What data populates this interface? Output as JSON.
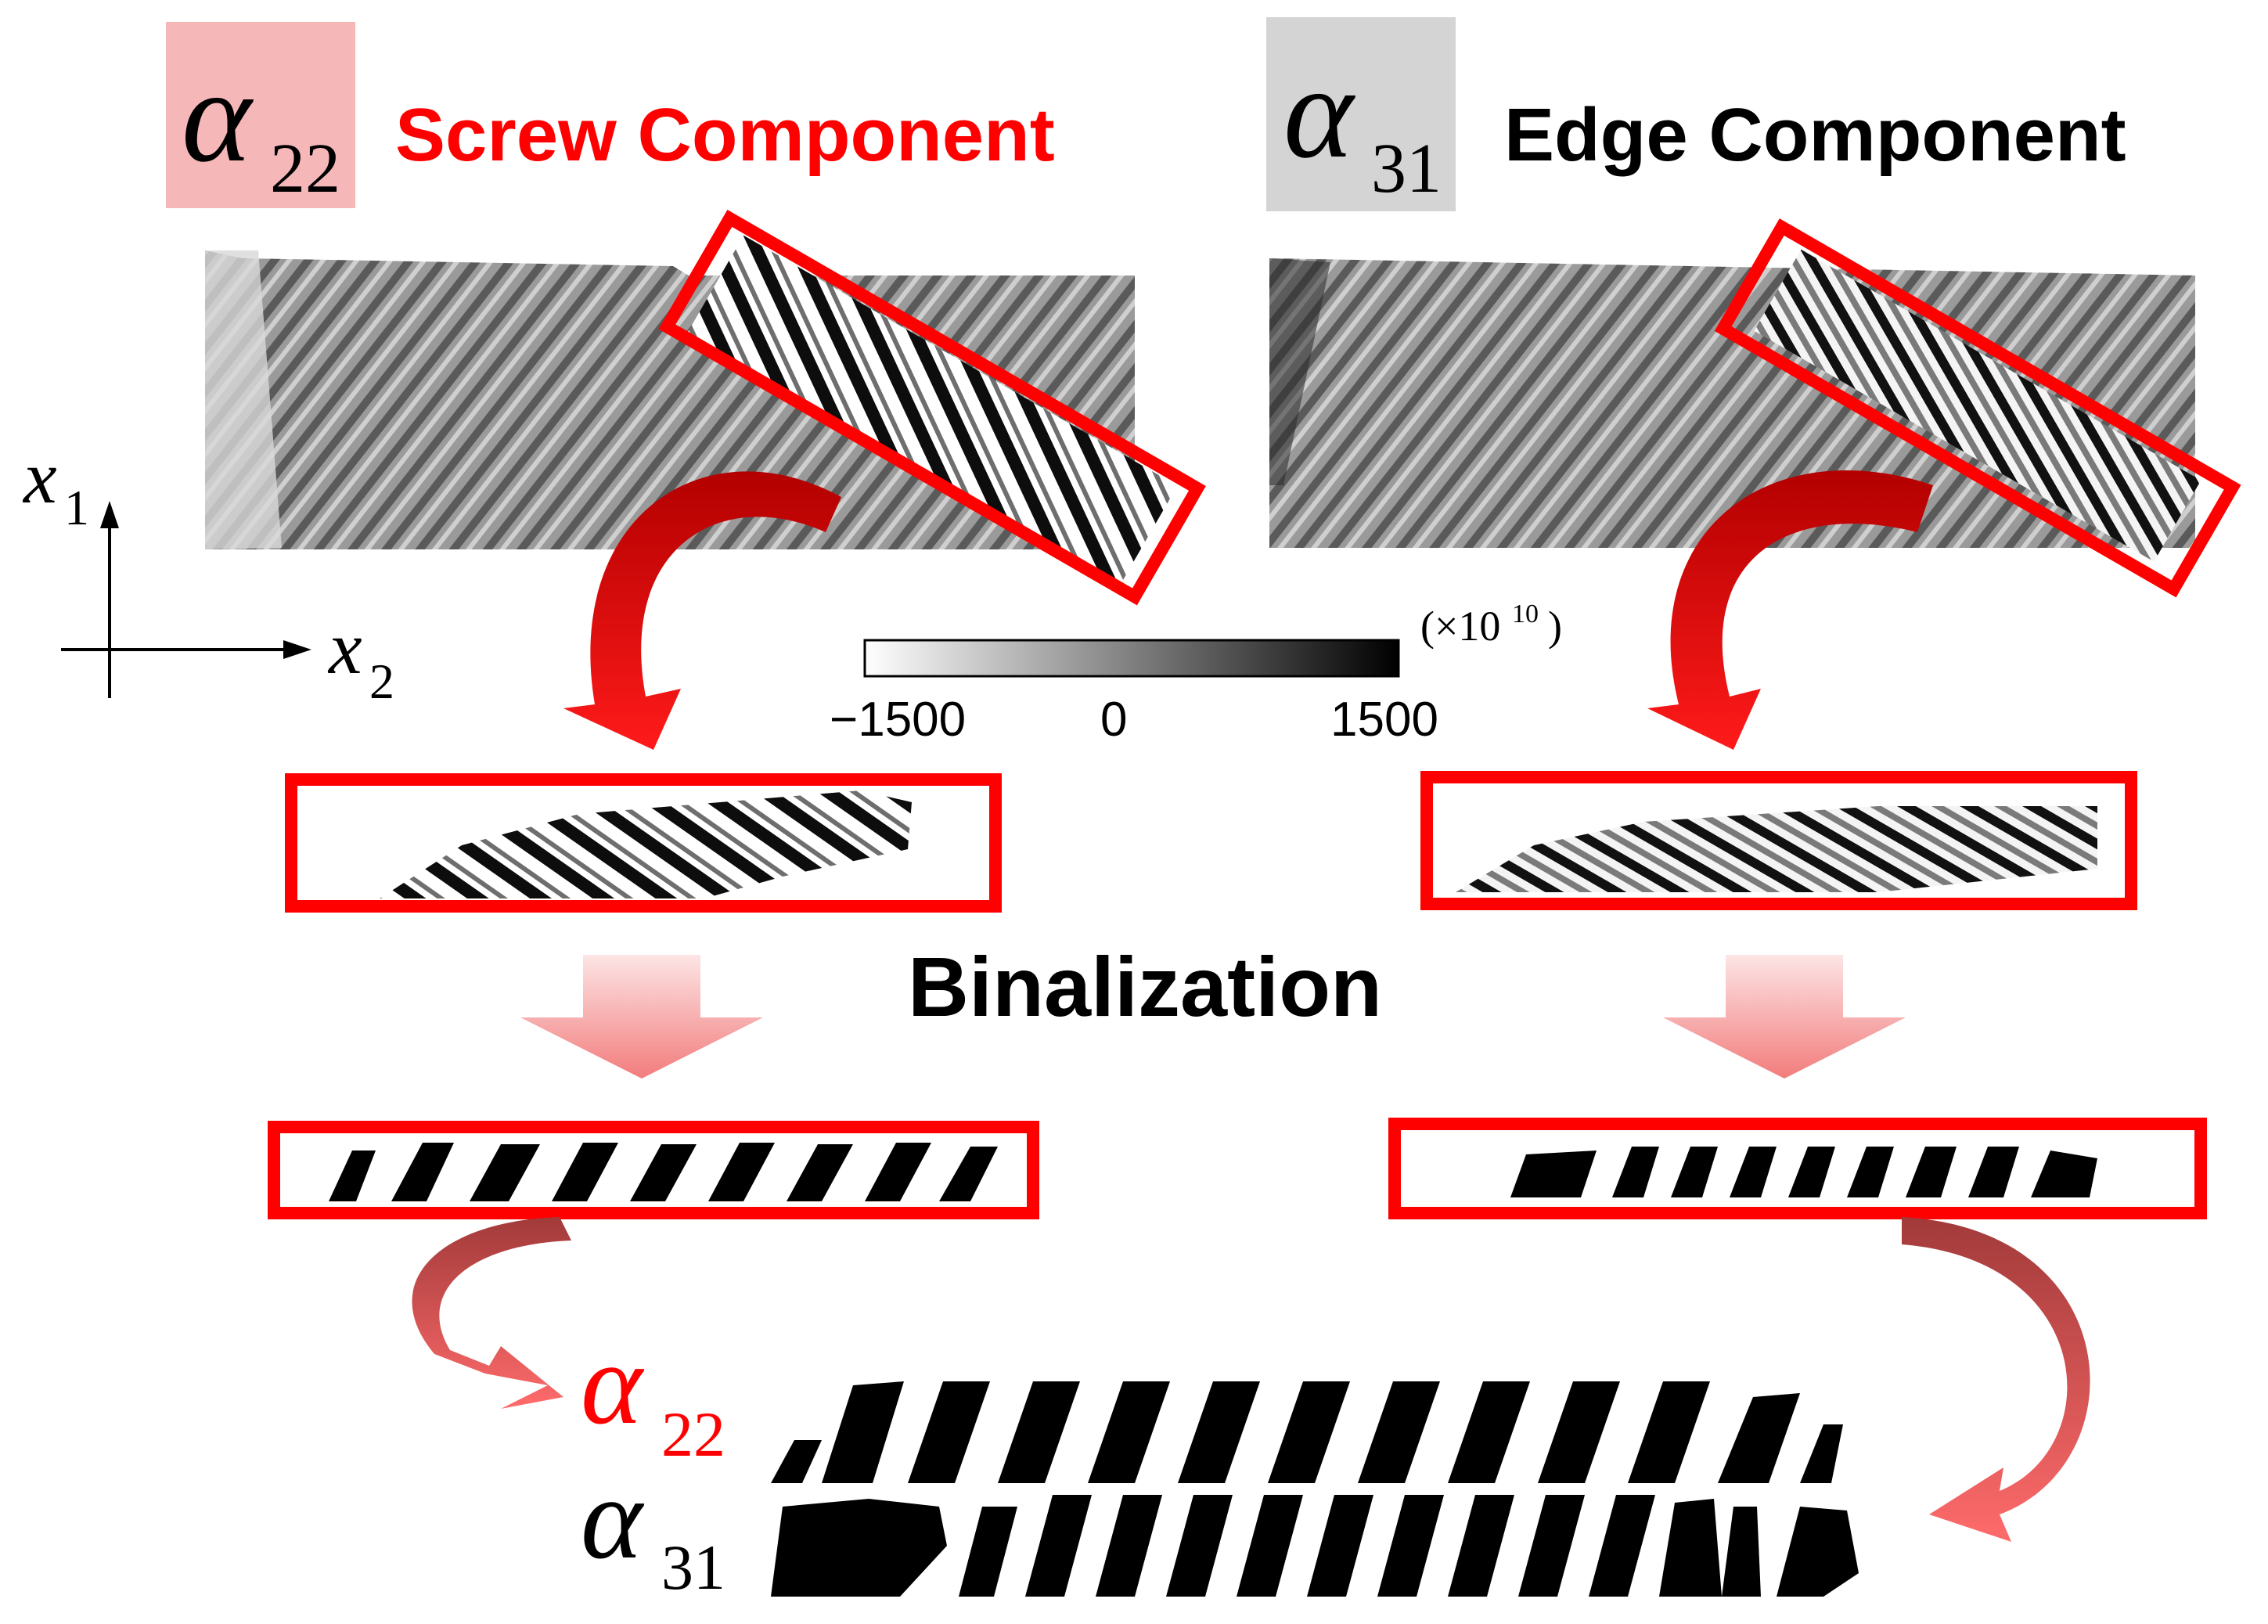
{
  "header": {
    "left": {
      "symbol": "α",
      "subscript": "22",
      "title": "Screw Component",
      "box_color": "#f6b7b9",
      "title_color": "#ff0000"
    },
    "right": {
      "symbol": "α",
      "subscript": "31",
      "title": "Edge Component",
      "box_color": "#d4d4d4",
      "title_color": "#000000"
    }
  },
  "axes": {
    "vertical": {
      "symbol": "x",
      "subscript": "1"
    },
    "horizontal": {
      "symbol": "x",
      "subscript": "2"
    }
  },
  "colorbar": {
    "unit_prefix": "(×10",
    "unit_exponent": "10",
    "unit_suffix": ")",
    "min_label": "−1500",
    "mid_label": "0",
    "max_label": "1500"
  },
  "process": {
    "step_label": "Binalization"
  },
  "result": {
    "top": {
      "symbol": "α",
      "subscript": "22",
      "color": "#ff0000"
    },
    "bottom": {
      "symbol": "α",
      "subscript": "31",
      "color": "#000000"
    }
  },
  "colors": {
    "highlight_frame": "#ff0000",
    "arrow_dark": "#e00000",
    "arrow_light": "#f7a0a0",
    "fill_black": "#000000"
  }
}
